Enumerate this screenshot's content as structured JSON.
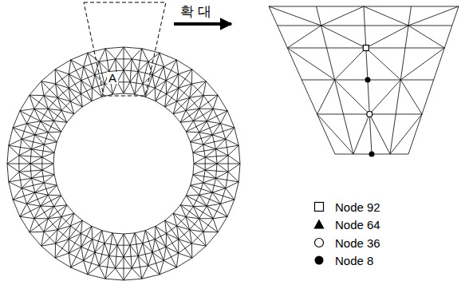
{
  "diagram": {
    "labels": [
      "확 대",
      "A"
    ],
    "legend": [
      {
        "text": "Node 92"
      },
      {
        "text": "Node 64"
      },
      {
        "text": "Node 36"
      },
      {
        "text": "Node 8"
      }
    ]
  }
}
